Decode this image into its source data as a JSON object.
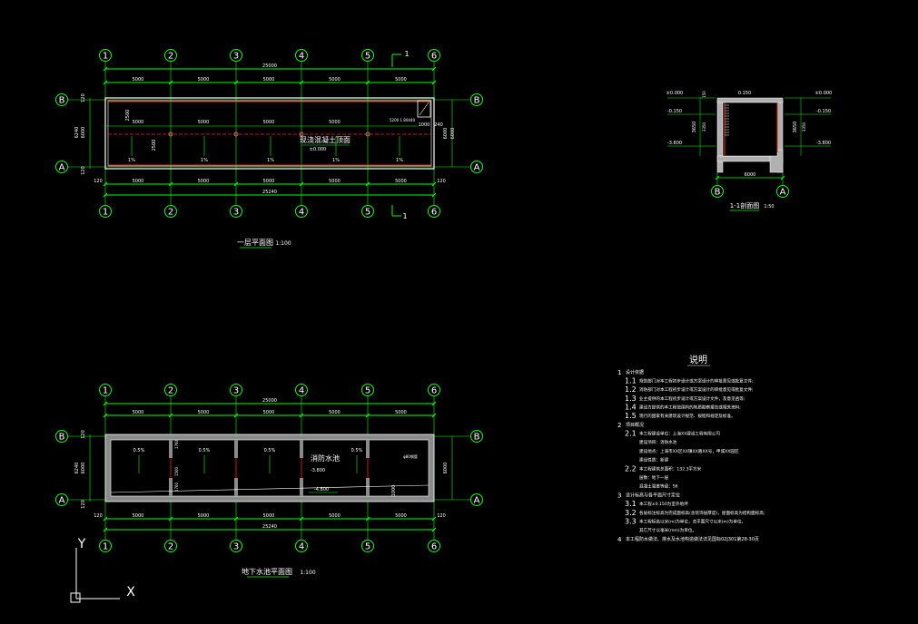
{
  "grid_labels": [
    "1",
    "2",
    "3",
    "4",
    "5",
    "6"
  ],
  "row_labels": [
    "B",
    "A"
  ],
  "top_plan": {
    "title": "一层平面图",
    "scale": "1:100",
    "overall_top": "25000",
    "overall_bottom": "25240",
    "top_spans": [
      "5000",
      "5000",
      "5000",
      "5000",
      "5000"
    ],
    "inner_spans": [
      "5000",
      "5000",
      "5000",
      "5000"
    ],
    "bottom_spans": [
      "5000",
      "5000",
      "5000",
      "5000",
      "5000"
    ],
    "left_dims": [
      "120",
      "6240",
      "6000",
      "120"
    ],
    "left_inner": "2500",
    "right_dims": [
      "6000"
    ],
    "room_label": "现浇混凝土顶面",
    "room_elev": "±0.000",
    "slope": "1%",
    "detail_text": "5200 1 80440",
    "detail_dims": [
      "1000",
      "240",
      "1000",
      "240"
    ],
    "cut_label": "1",
    "dim_120": "120"
  },
  "section": {
    "title": "1-1剖面图",
    "scale": "1:50",
    "elev_top_l": "±0.000",
    "elev_2_l": "-0.150",
    "elev_3_l": "-3.800",
    "elev_top_r": "±0.000",
    "elev_2_r": "-0.150",
    "elev_3_r": "-3.800",
    "top_dim": "0.150",
    "width": "6000",
    "depth_l": "3650",
    "depth_r": "3650",
    "small_dims": [
      "150",
      "3350",
      "250"
    ],
    "bottom_labels": [
      "B",
      "A"
    ]
  },
  "bottom_plan": {
    "title": "地下水池平面图",
    "scale": "1:100",
    "overall_top": "25000",
    "overall_bottom": "25240",
    "top_spans": [
      "5000",
      "5000",
      "5000",
      "5000",
      "5000"
    ],
    "bottom_spans": [
      "5000",
      "5000",
      "5000",
      "5000",
      "5000"
    ],
    "left_dims": [
      "120",
      "6240",
      "6000",
      "120"
    ],
    "right_dims": [
      "6000"
    ],
    "slope": "0.5%",
    "pool_label": "消防水池",
    "pool_elev": "-3.800",
    "low_elev": "-4.800",
    "pit_dims": [
      "1760",
      "1500",
      "1760"
    ],
    "pipe_note": "φ80钢管",
    "pipe_dim": "1000"
  },
  "axes": {
    "x": "X",
    "y": "Y"
  },
  "notes": {
    "title": "说明",
    "lines": [
      {
        "n": "1",
        "t": "设计依据"
      },
      {
        "n": "1.1",
        "t": "规划部门对本工程初步设计或方案设计的审批意见或批复文件;"
      },
      {
        "n": "1.2",
        "t": "消防部门对本工程初步设计或方案设计的审批意见或批复文件;"
      },
      {
        "n": "1.3",
        "t": "业主提供的本工程初步设计或方案设计文件，及意见函等;"
      },
      {
        "n": "1.4",
        "t": "建设方提供的本工程范围内的地质勘察报告或相关资料;"
      },
      {
        "n": "1.5",
        "t": "现行的国家有关建筑设计规范、规程和规定及标准。"
      },
      {
        "n": "2",
        "t": "项目概况"
      },
      {
        "n": "2.1",
        "t": "本工程建设单位：上海XX建设工程有限公司"
      },
      {
        "n": "",
        "t": "建设项目：消防水池"
      },
      {
        "n": "",
        "t": "建设地点：上海市XX区XX镇XX路XX号，申城XX园区"
      },
      {
        "n": "",
        "t": "建设性质：新建"
      },
      {
        "n": "2.2",
        "t": "本工程建筑总面积：132.3平方米"
      },
      {
        "n": "",
        "t": "层数：地下一层"
      },
      {
        "n": "",
        "t": "混凝土强度等级：S6"
      },
      {
        "n": "3",
        "t": "设计标高与各平面尺寸定位"
      },
      {
        "n": "3.1",
        "t": "本工程±0.150为室外地坪"
      },
      {
        "n": "3.2",
        "t": "各层标注标高为完成面标高(含装饰层厚度)，屋面标高为结构面标高;"
      },
      {
        "n": "3.3",
        "t": "本工程标高以米(m)为单位，总平面尺寸以米(m)为单位，"
      },
      {
        "n": "",
        "t": "其它尺寸以毫米(mm)为单位。"
      },
      {
        "n": "4",
        "t": "本工程防水做法、排水及水池构造做法详见国标02J301第28-30页"
      }
    ]
  }
}
